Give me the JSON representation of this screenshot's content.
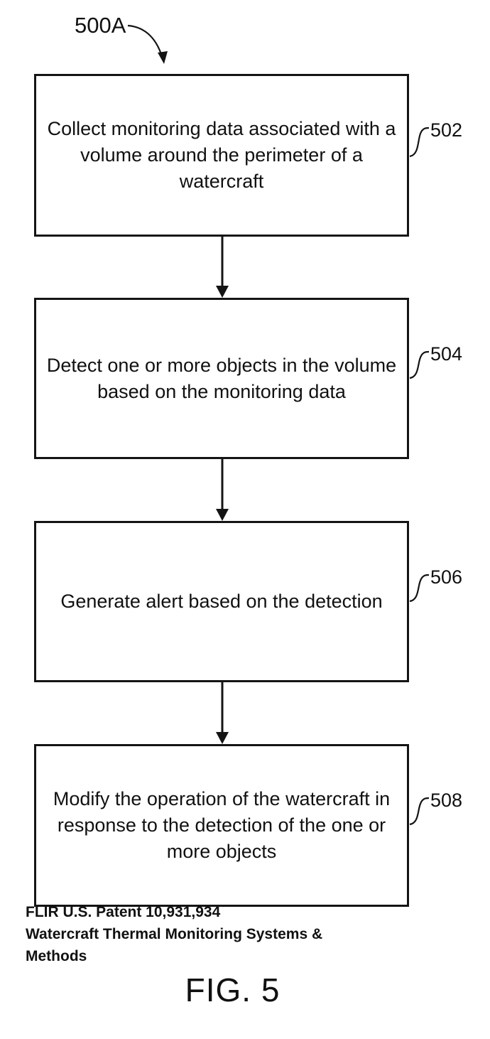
{
  "diagram": {
    "label": "500A",
    "steps": [
      {
        "ref": "502",
        "text": "Collect monitoring data associated with a volume around the perimeter of a watercraft"
      },
      {
        "ref": "504",
        "text": "Detect one or more objects in the volume based on the monitoring data"
      },
      {
        "ref": "506",
        "text": "Generate alert based on the detection"
      },
      {
        "ref": "508",
        "text": "Modify the operation of the watercraft in response to the detection of the one or more objects"
      }
    ]
  },
  "caption": {
    "line1": "FLIR U.S. Patent 10,931,934",
    "line2": "Watercraft Thermal Monitoring Systems &",
    "line3": "Methods"
  },
  "figure": {
    "label": "FIG. 5"
  }
}
